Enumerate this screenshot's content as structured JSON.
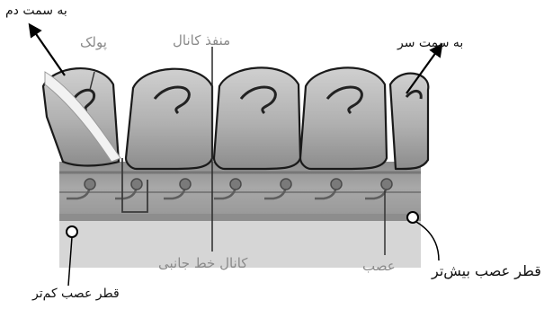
{
  "labels": {
    "toward_tail": "به سمت دم",
    "scale": "پولک",
    "canal_pore": "منفذ کانال",
    "toward_head": "به سمت سر",
    "lateral_line_canal": "کانال خط جانبی",
    "nerve": "عصب",
    "larger_nerve_diameter": "قطر عصب بیش‌تر",
    "smaller_nerve_diameter": "قطر عصب کم‌تر"
  },
  "colors": {
    "scale_fill": "#b3b3b3",
    "scale_edge": "#1a1a1a",
    "body_band": "#9a9a9a",
    "nerve_line": "#6f6f6f",
    "lower_tissue": "#d6d6d6",
    "arrow": "#000000",
    "label_dark": "#111111",
    "label_gray": "#8a8a8a"
  }
}
